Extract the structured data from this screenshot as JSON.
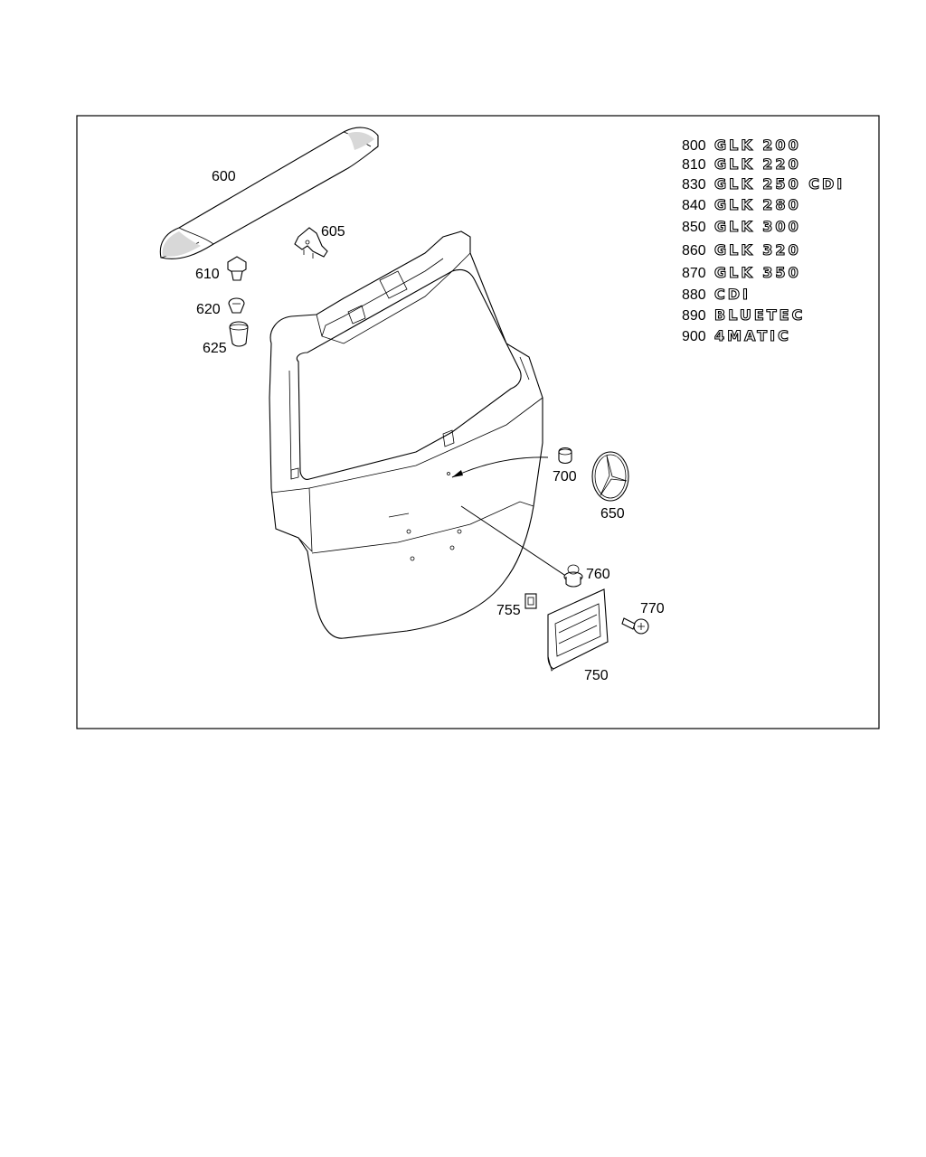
{
  "parts": {
    "p600": "600",
    "p605": "605",
    "p610": "610",
    "p620": "620",
    "p625": "625",
    "p650": "650",
    "p700": "700",
    "p750": "750",
    "p755": "755",
    "p760": "760",
    "p770": "770"
  },
  "badges": [
    {
      "number": "800",
      "text": "GLK 200"
    },
    {
      "number": "810",
      "text": "GLK 220"
    },
    {
      "number": "830",
      "text": "GLK 250 CDI"
    },
    {
      "number": "840",
      "text": "GLK 280"
    },
    {
      "number": "850",
      "text": "GLK 300"
    },
    {
      "number": "860",
      "text": "GLK 320"
    },
    {
      "number": "870",
      "text": "GLK 350"
    },
    {
      "number": "880",
      "text": "CDI"
    },
    {
      "number": "890",
      "text": "BLUETEC"
    },
    {
      "number": "900",
      "text": "4MATIC"
    }
  ]
}
